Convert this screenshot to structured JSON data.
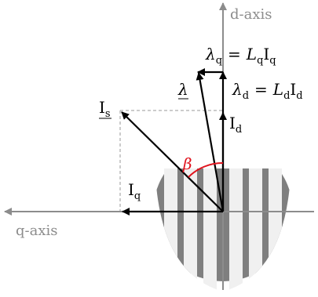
{
  "axes": {
    "d_axis_label": "d-axis",
    "q_axis_label": "q-axis"
  },
  "vectors": {
    "current": {
      "symbol": "I",
      "subscript": "s"
    },
    "d_current": {
      "symbol": "I",
      "subscript": "d"
    },
    "q_current": {
      "symbol": "I",
      "subscript": "q"
    },
    "flux_linkage": {
      "symbol": "λ"
    },
    "angle": {
      "symbol": "β"
    }
  },
  "equations": {
    "lambda_q": {
      "lhs": "λ",
      "lhs_sub": "q",
      "eq": "=",
      "L": "L",
      "L_sub": "q",
      "I": "I",
      "I_sub": "q"
    },
    "lambda_d": {
      "lhs": "λ",
      "lhs_sub": "d",
      "eq": "=",
      "L": "L",
      "L_sub": "d",
      "I": "I",
      "I_sub": "d"
    }
  },
  "colors": {
    "axis": "#8c8c8c",
    "vector": "#000000",
    "angle_arc": "#e0141e",
    "rotor_dark": "#7f7f7f",
    "rotor_light": "#f0f0f0",
    "dashed": "#9a9a9a"
  }
}
